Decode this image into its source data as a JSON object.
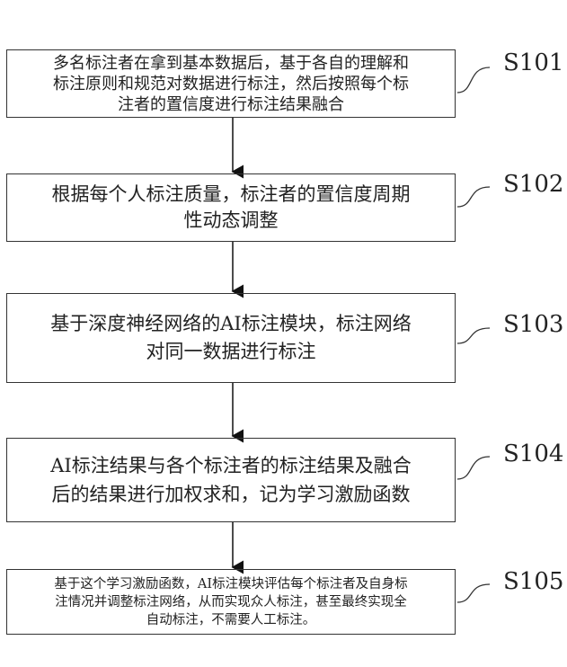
{
  "steps": [
    {
      "id": "S101",
      "lines": [
        "多名标注者在拿到基本数据后，基于各自的理解和",
        "标注原则和规范对数据进行标注，然后按照每个标",
        "注者的置信度进行标注结果融合"
      ]
    },
    {
      "id": "S102",
      "lines": [
        "根据每个人标注质量，标注者的置信度周期",
        "性动态调整"
      ]
    },
    {
      "id": "S103",
      "lines": [
        "基于深度神经网络的AI标注模块，标注网络",
        "对同一数据进行标注"
      ]
    },
    {
      "id": "S104",
      "lines": [
        "AI标注结果与各个标注者的标注结果及融合",
        "后的结果进行加权求和，记为学习激励函数"
      ]
    },
    {
      "id": "S105",
      "lines": [
        "基于这个学习激励函数，AI标注模块评估每个标注者及自身标",
        "注情况并调整标注网络，从而实现众人标注，甚至最终实现全",
        "自动标注，不需要人工标注。"
      ]
    }
  ]
}
